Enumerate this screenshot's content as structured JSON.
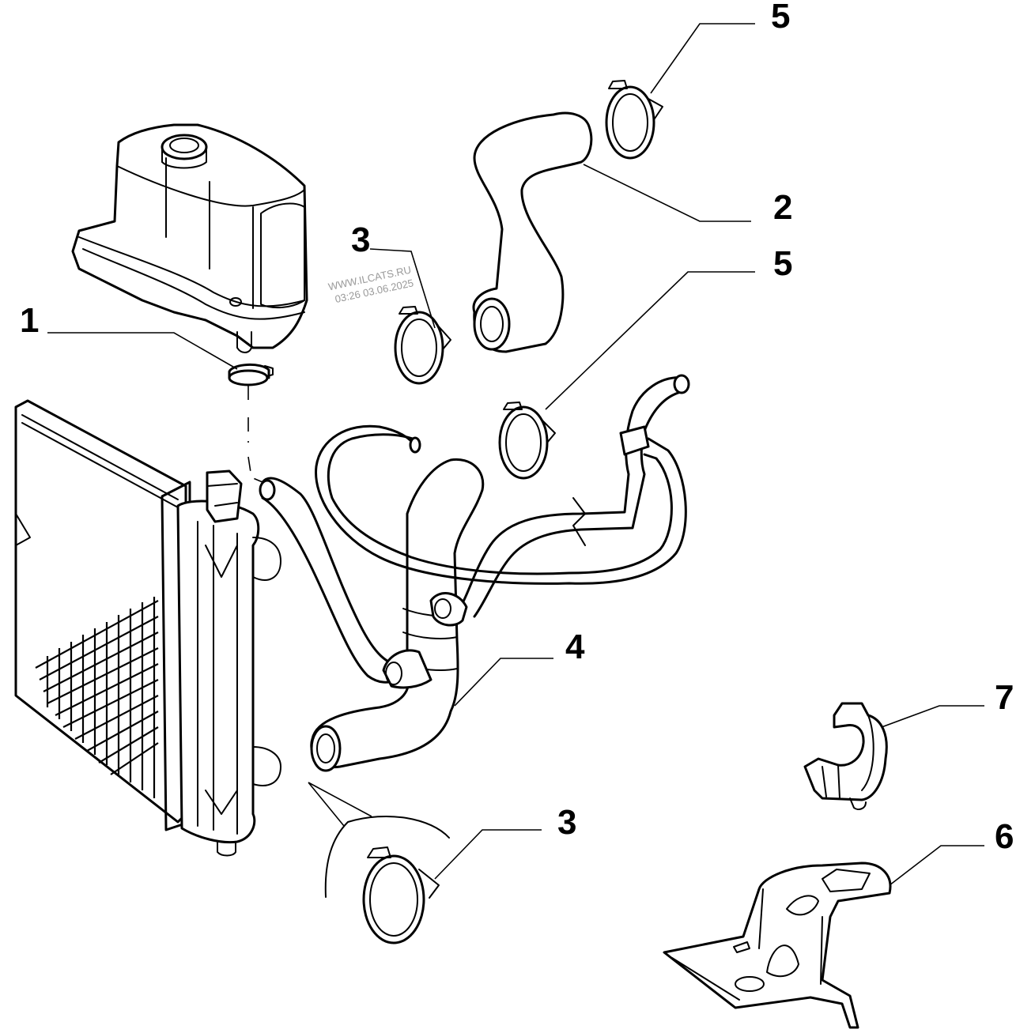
{
  "diagram": {
    "background": "#ffffff",
    "ink": "#000000",
    "watermark": {
      "line1": "WWW.ILCATS.RU",
      "line2": "03:26 03.06.2025",
      "color": "#9a9a9a"
    },
    "callouts": [
      {
        "id": "c1",
        "label": "1",
        "part": "hose-clamp-small"
      },
      {
        "id": "c2",
        "label": "2",
        "part": "upper-radiator-hose"
      },
      {
        "id": "c3a",
        "label": "3",
        "part": "hose-clamp"
      },
      {
        "id": "c5a",
        "label": "5",
        "part": "hose-clamp"
      },
      {
        "id": "c5b",
        "label": "5",
        "part": "hose-clamp"
      },
      {
        "id": "c4",
        "label": "4",
        "part": "lower-hose-assembly"
      },
      {
        "id": "c7",
        "label": "7",
        "part": "hose-support-clip"
      },
      {
        "id": "c3b",
        "label": "3",
        "part": "hose-clamp"
      },
      {
        "id": "c6",
        "label": "6",
        "part": "mounting-bracket"
      }
    ]
  }
}
